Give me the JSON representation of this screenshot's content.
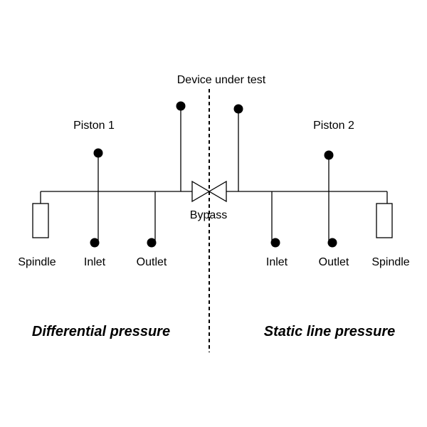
{
  "labels": {
    "device_under_test": "Device under test",
    "piston_1": "Piston 1",
    "piston_2": "Piston 2",
    "bypass": "Bypass",
    "left_spindle": "Spindle",
    "left_inlet": "Inlet",
    "left_outlet": "Outlet",
    "right_inlet": "Inlet",
    "right_outlet": "Outlet",
    "right_spindle": "Spindle",
    "differential_pressure": "Differential pressure",
    "static_line_pressure": "Static line pressure"
  },
  "colors": {
    "line": "#000000",
    "background": "#ffffff"
  }
}
